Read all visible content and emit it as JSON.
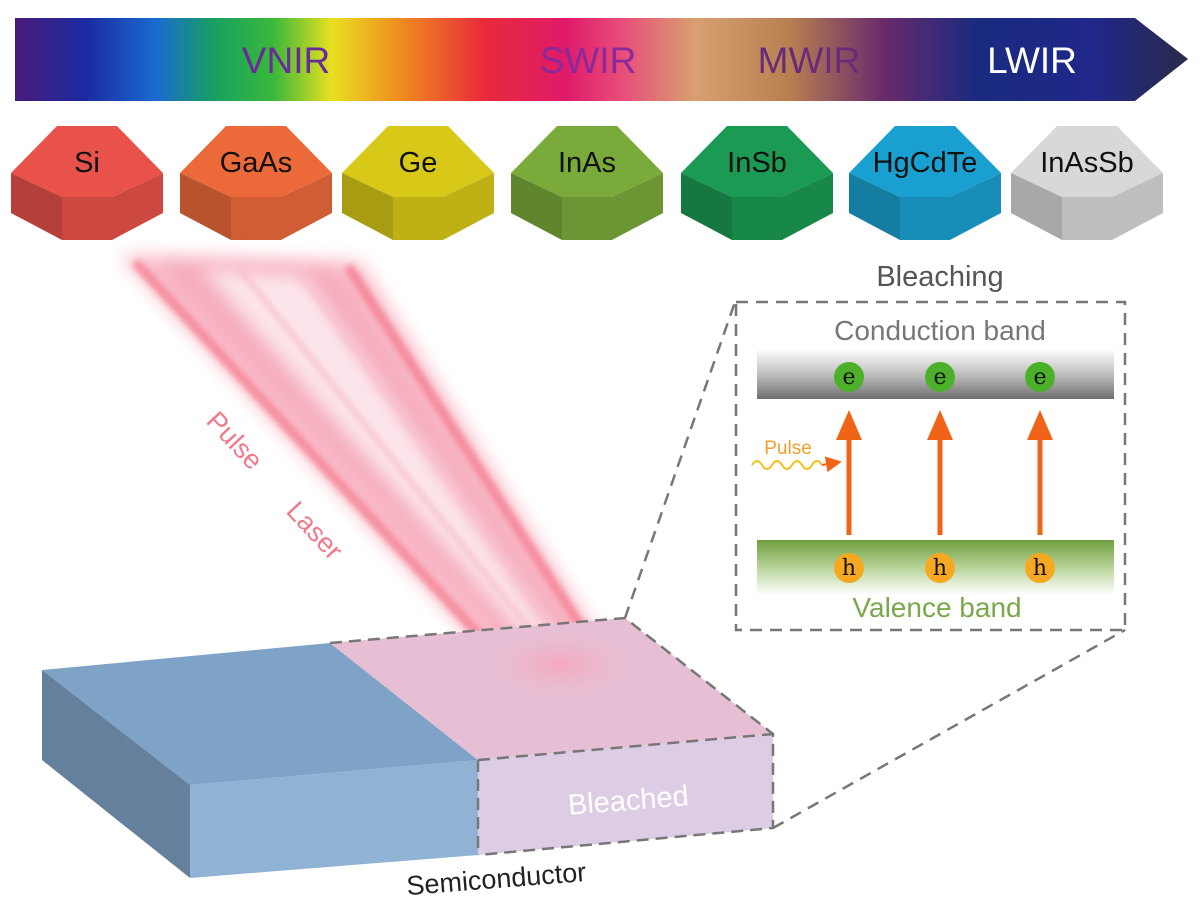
{
  "spectrum": {
    "bands": [
      "VNIR",
      "SWIR",
      "MWIR",
      "LWIR"
    ],
    "band_colors": [
      "#6a2a9a",
      "#8a2a9a",
      "#6a2a7a",
      "#ffffff"
    ]
  },
  "materials": [
    {
      "name": "Si",
      "color": "#e8524a"
    },
    {
      "name": "GaAs",
      "color": "#ec6a3a"
    },
    {
      "name": "Ge",
      "color": "#d8c818"
    },
    {
      "name": "InAs",
      "color": "#7aaa3a"
    },
    {
      "name": "InSb",
      "color": "#1a9a52"
    },
    {
      "name": "HgCdTe",
      "color": "#1aa0d0"
    },
    {
      "name": "InAsSb",
      "color": "#d8d8d8"
    }
  ],
  "laser": {
    "word1": "Pulse",
    "word2": "Laser",
    "color": "#f07a8a"
  },
  "semiconductor": {
    "label": "Semiconductor",
    "bleached_label": "Bleached"
  },
  "inset": {
    "title": "Bleaching",
    "conduction_band": "Conduction band",
    "valence_band": "Valence band",
    "pulse_label": "Pulse",
    "electron_symbol": "e",
    "hole_symbol": "h",
    "arrow_color": "#f06418",
    "electron_color": "#4cb02a",
    "hole_color": "#f6a821"
  }
}
